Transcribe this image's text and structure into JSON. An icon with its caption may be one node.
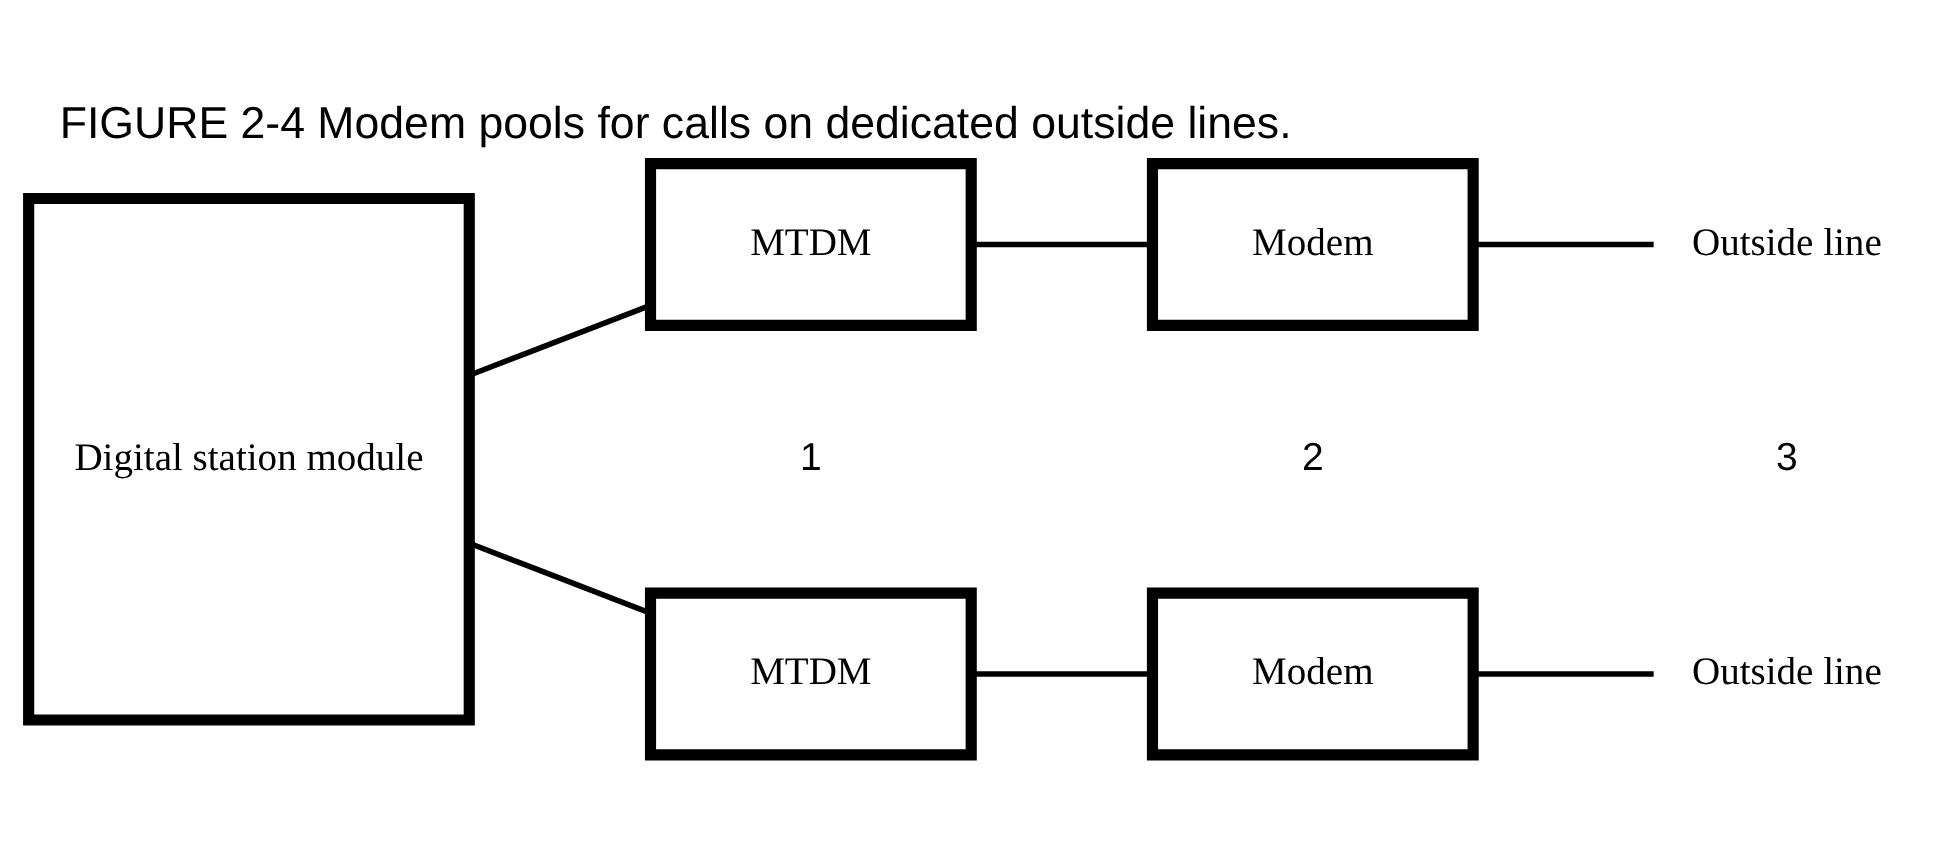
{
  "diagram": {
    "title": "FIGURE 2-4 Modem pools for calls on dedicated outside lines.",
    "nodes": [
      {
        "text": [
          "Digital station module"
        ]
      },
      {
        "text": [
          "MTDM"
        ]
      },
      {
        "text": [
          "Modem"
        ]
      },
      {
        "text": [
          "Outside line"
        ]
      },
      {
        "text": [
          "MTDM"
        ]
      },
      {
        "text": [
          "Modem"
        ]
      },
      {
        "text": [
          "Outside line"
        ]
      }
    ],
    "edges": [
      {
        "from": 0,
        "to": 1,
        "arrow": "none"
      },
      {
        "from": 1,
        "to": 2,
        "arrow": "none"
      },
      {
        "from": 2,
        "to": 3,
        "arrow": "none"
      },
      {
        "from": 0,
        "to": 4,
        "arrow": "none"
      },
      {
        "from": 4,
        "to": 5,
        "arrow": "none"
      },
      {
        "from": 5,
        "to": 6,
        "arrow": "none"
      }
    ],
    "labels": [
      "1",
      "2",
      "3"
    ]
  }
}
